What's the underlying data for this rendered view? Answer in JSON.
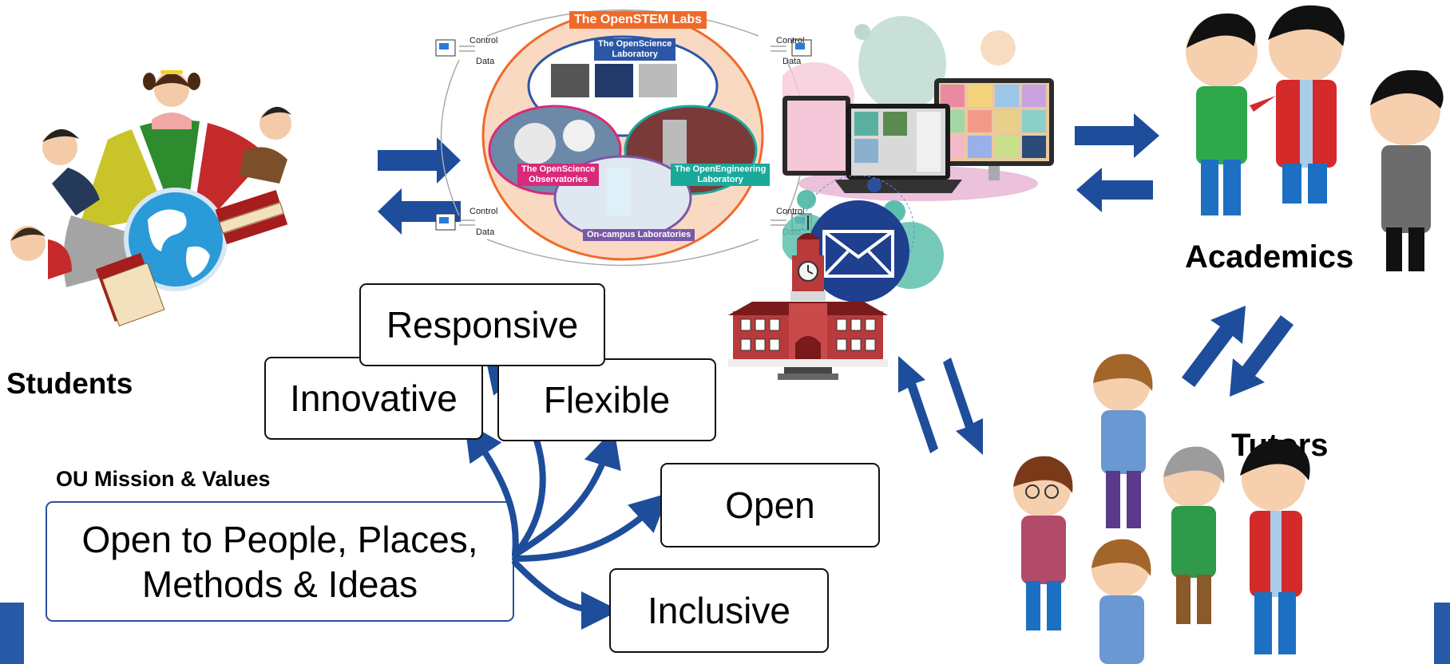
{
  "title_partial": "...pporting ... ...",
  "labels": {
    "students": "Students",
    "academics": "Academics",
    "tutors": "Tutors",
    "mission_heading": "OU Mission & Values"
  },
  "mission": {
    "line1": "Open to People, Places,",
    "line2": "Methods & Ideas"
  },
  "values": {
    "responsive": "Responsive",
    "innovative": "Innovative",
    "flexible": "Flexible",
    "open": "Open",
    "inclusive": "Inclusive"
  },
  "labs": {
    "title": "The OpenSTEM Labs",
    "open_science_lab_1": "The OpenScience",
    "open_science_lab_2": "Laboratory",
    "observatories_1": "The OpenScience",
    "observatories_2": "Observatories",
    "engineering_1": "The OpenEngineering",
    "engineering_2": "Laboratory",
    "oncampus": "On-campus Laboratories",
    "control": "Control",
    "data": "Data"
  },
  "colors": {
    "arrow_blue": "#1e4d9b",
    "lab_orange": "#ef6a2a",
    "lab_fill": "#f9d9c2",
    "mission_border": "#2e4f9e",
    "edge_blue": "#2659a6"
  },
  "icons": [
    "globe-icon",
    "book-stack-icon",
    "email-icon",
    "laptop-icon",
    "monitor-icon",
    "building-icon"
  ]
}
